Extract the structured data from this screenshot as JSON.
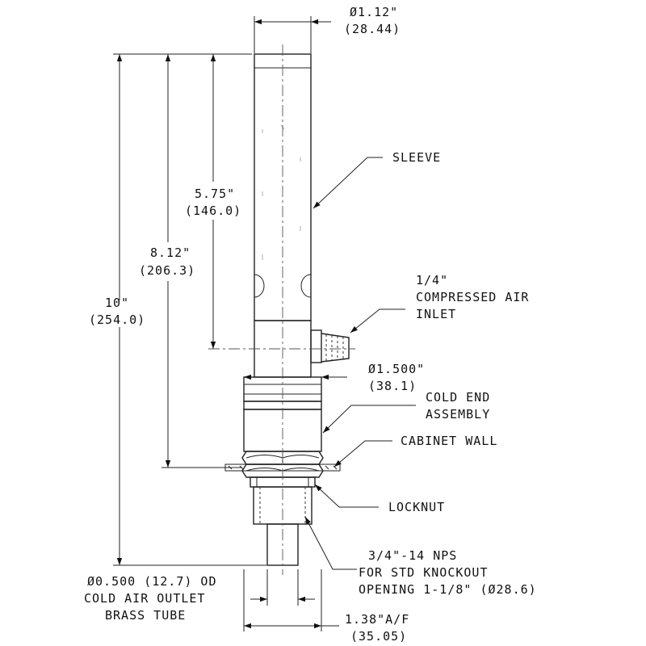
{
  "dimensions": {
    "sleeve_diameter": {
      "inch": "Ø1.12\"",
      "mm": "(28.44)"
    },
    "dim_10": {
      "inch": "10\"",
      "mm": "(254.0)"
    },
    "dim_812": {
      "inch": "8.12\"",
      "mm": "(206.3)"
    },
    "dim_575": {
      "inch": "5.75\"",
      "mm": "(146.0)"
    },
    "cold_end_diameter": {
      "inch": "Ø1.500\"",
      "mm": "(38.1)"
    },
    "hex_af": {
      "inch": "1.38\"A/F",
      "mm": "(35.05)"
    }
  },
  "callouts": {
    "sleeve": "SLEEVE",
    "inlet": [
      "1/4\"",
      "COMPRESSED AIR",
      "INLET"
    ],
    "cold_end": [
      "COLD END",
      "ASSEMBLY"
    ],
    "cabinet_wall": "CABINET WALL",
    "locknut": "LOCKNUT",
    "nps": [
      "3/4\"-14 NPS",
      "FOR STD KNOCKOUT",
      "OPENING 1-1/8\" (Ø28.6)"
    ],
    "outlet": [
      "Ø0.500 (12.7) OD",
      "COLD AIR OUTLET",
      "BRASS TUBE"
    ]
  }
}
